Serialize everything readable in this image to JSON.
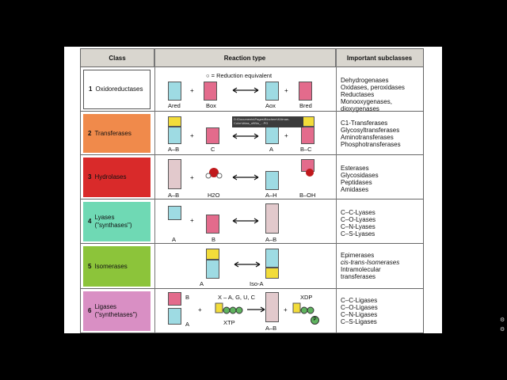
{
  "header": {
    "class": "Class",
    "reaction": "Reaction type",
    "subclasses": "Important subclasses"
  },
  "legend": "○ = Reduction equivalent",
  "tooltip": "D:\\Documents\\Pages\\Biochem\\Kölman-Color\\Atlas_of\\Bio_...PG",
  "rows": [
    {
      "num": "1",
      "name": "Oxidoreductases",
      "color": "#ffffff",
      "subs": [
        "Dehydrogenases",
        "Oxidases, peroxidases",
        "Reductases",
        "Monooxygenases,",
        "dioxygenases"
      ],
      "labels": [
        "Ared",
        "Box",
        "Aox",
        "Bred"
      ]
    },
    {
      "num": "2",
      "name": "Transferases",
      "color": "#f08a4b",
      "subs": [
        "C1-Transferases",
        "Glycosyltransferases",
        "Aminotransferases",
        "Phosphotransferases"
      ],
      "labels": [
        "A–B",
        "C",
        "A",
        "B–C"
      ]
    },
    {
      "num": "3",
      "name": "Hydrolases",
      "color": "#d92a2a",
      "subs": [
        "Esterases",
        "Glycosidases",
        "Peptidases",
        "Amidases"
      ],
      "labels": [
        "A–B",
        "H2O",
        "A–H",
        "B–OH"
      ]
    },
    {
      "num": "4",
      "name": "Lyases",
      "name2": "(\"synthases\")",
      "color": "#6fd9b4",
      "subs": [
        "C–C-Lyases",
        "C–O-Lyases",
        "C–N-Lyases",
        "C–S-Lyases"
      ],
      "labels": [
        "A",
        "B",
        "A–B"
      ]
    },
    {
      "num": "5",
      "name": "Isomerases",
      "color": "#8cc43a",
      "subs": [
        "Epimerases",
        "cis-trans-Isomerases",
        "Intramolecular",
        "transferases"
      ],
      "labels": [
        "A",
        "Iso-A"
      ]
    },
    {
      "num": "6",
      "name": "Ligases",
      "name2": "(\"synthetases\")",
      "color": "#d98fc4",
      "subs": [
        "C–C-Ligases",
        "C–O-Ligases",
        "C–N-Ligases",
        "C–S-Ligases"
      ],
      "labels": [
        "B",
        "A",
        "X – A, G, U, C",
        "XTP",
        "A–B",
        "XDP",
        "P"
      ]
    }
  ]
}
